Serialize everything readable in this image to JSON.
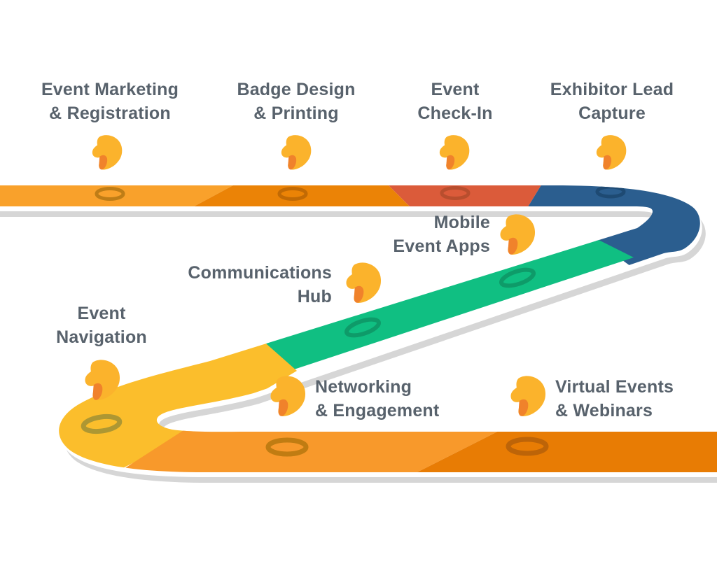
{
  "diagram": {
    "waypoints": [
      {
        "line1": "Event Marketing",
        "line2": "& Registration"
      },
      {
        "line1": "Badge Design",
        "line2": "& Printing"
      },
      {
        "line1": "Event",
        "line2": "Check-In"
      },
      {
        "line1": "Exhibitor Lead",
        "line2": "Capture"
      },
      {
        "line1": "Mobile",
        "line2": "Event Apps"
      },
      {
        "line1": "Communications",
        "line2": "Hub"
      },
      {
        "line1": "Event",
        "line2": "Navigation"
      },
      {
        "line1": "Networking",
        "line2": "& Engagement"
      },
      {
        "line1": "Virtual Events",
        "line2": "& Webinars"
      }
    ],
    "colors": {
      "road_top_light_orange": "#F9A12B",
      "road_top_dark_orange": "#EB8306",
      "road_red": "#DB5B3A",
      "road_blue": "#2B5E8F",
      "road_green": "#10BF82",
      "road_yellow": "#FBBE2C",
      "road_bottom_orange": "#F8992B",
      "road_bottom_dark_orange": "#E87C04",
      "road_shadow_gray": "#D6D6D6",
      "road_edge_white": "#FFFFFF",
      "pin_gold": "#FBB32C",
      "pin_orange": "#F0822B",
      "label_text": "#58626C"
    }
  }
}
